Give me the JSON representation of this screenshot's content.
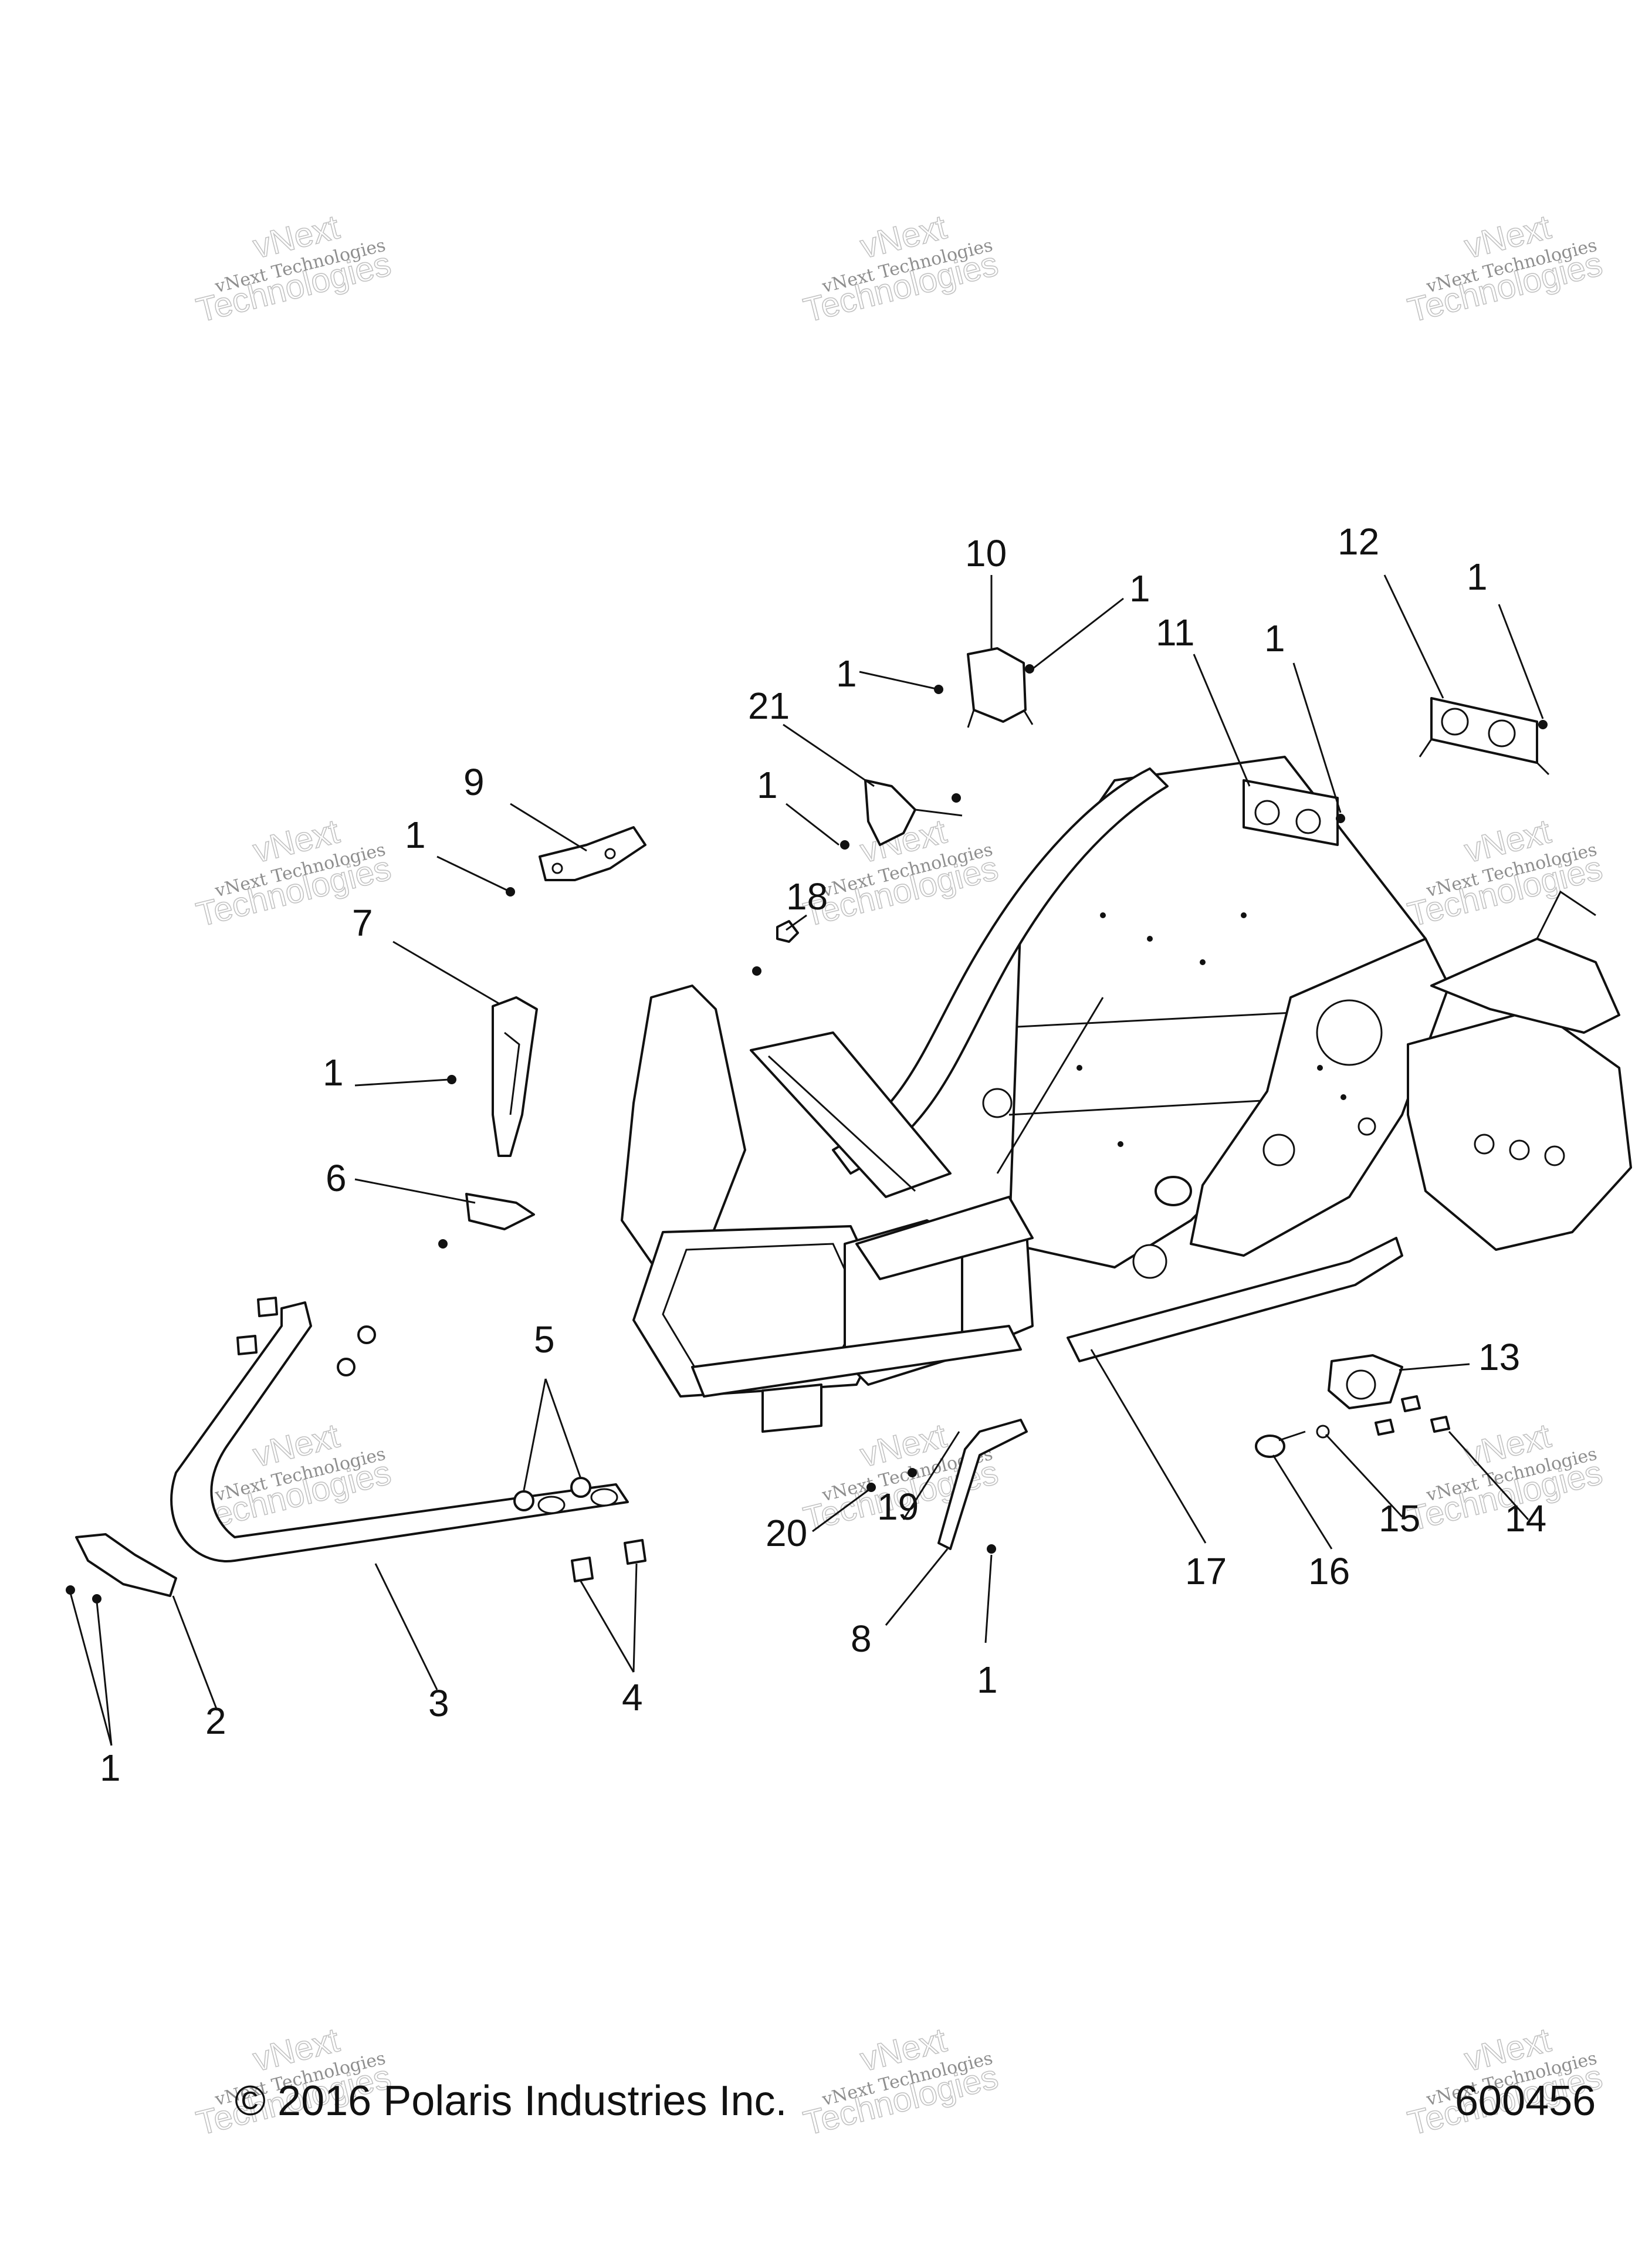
{
  "watermark": {
    "line1": "vNext",
    "line2": "vNext Technologies",
    "line3": "Technologies"
  },
  "footer": {
    "copyright": "© 2016 Polaris Industries Inc.",
    "diagram_number": "600456"
  },
  "callouts": [
    {
      "id": "c10",
      "label": "10"
    },
    {
      "id": "c1-a",
      "label": "1"
    },
    {
      "id": "c12",
      "label": "12"
    },
    {
      "id": "c1-b",
      "label": "1"
    },
    {
      "id": "c11",
      "label": "11"
    },
    {
      "id": "c1-c",
      "label": "1"
    },
    {
      "id": "c1-d",
      "label": "1"
    },
    {
      "id": "c21",
      "label": "21"
    },
    {
      "id": "c9",
      "label": "9"
    },
    {
      "id": "c1-e",
      "label": "1"
    },
    {
      "id": "c1-f",
      "label": "1"
    },
    {
      "id": "c18",
      "label": "18"
    },
    {
      "id": "c7",
      "label": "7"
    },
    {
      "id": "c1-g",
      "label": "1"
    },
    {
      "id": "c6",
      "label": "6"
    },
    {
      "id": "c5",
      "label": "5"
    },
    {
      "id": "c13",
      "label": "13"
    },
    {
      "id": "c19",
      "label": "19"
    },
    {
      "id": "c20",
      "label": "20"
    },
    {
      "id": "c15",
      "label": "15"
    },
    {
      "id": "c14",
      "label": "14"
    },
    {
      "id": "c17",
      "label": "17"
    },
    {
      "id": "c16",
      "label": "16"
    },
    {
      "id": "c8",
      "label": "8"
    },
    {
      "id": "c1-h",
      "label": "1"
    },
    {
      "id": "c2",
      "label": "2"
    },
    {
      "id": "c3",
      "label": "3"
    },
    {
      "id": "c4",
      "label": "4"
    },
    {
      "id": "c1-i",
      "label": "1"
    }
  ]
}
